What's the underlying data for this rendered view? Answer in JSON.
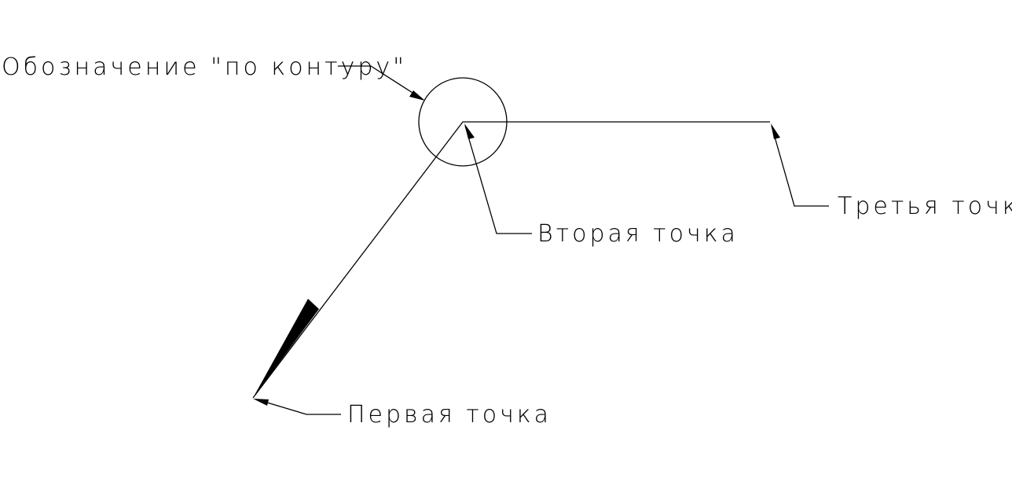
{
  "labels": {
    "contour": "Обозначение \"по контуру\"",
    "second_point": "Вторая точка",
    "third_point": "Третья точка",
    "first_point": "Первая точка"
  },
  "colors": {
    "background": "#ffffff",
    "ink": "#000000"
  }
}
